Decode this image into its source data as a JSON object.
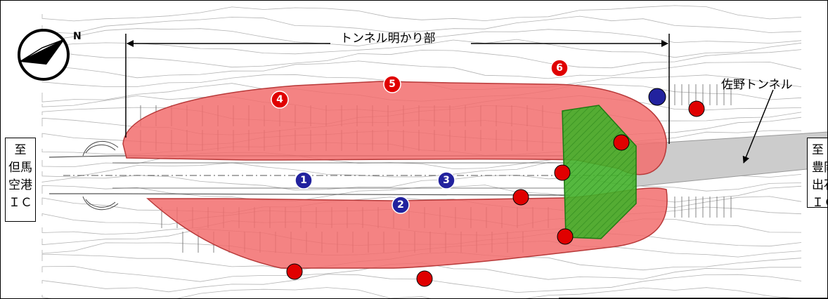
{
  "labels": {
    "tunnel_open_section": "トンネル明かり部",
    "sano_tunnel": "佐野トンネル",
    "left_destination": "至\n但馬\n空港\nＩＣ",
    "right_destination": "至\n豊岡\n出石\nＩＣ"
  },
  "compass": {
    "north_label": "N"
  },
  "markers": {
    "blue_numbered": [
      "1",
      "2",
      "3"
    ],
    "red_numbered": [
      "4",
      "5",
      "6"
    ]
  },
  "colors": {
    "cut_area_fill": "#f26d6d",
    "cut_area_stroke": "#b83a3a",
    "portal_fill": "#43b02a",
    "portal_stroke": "#1e7a12",
    "blue_marker": "#22229e",
    "red_marker": "#e00000",
    "tunnel_band": "#cccccc",
    "contour_line": "#b3b3b3"
  }
}
